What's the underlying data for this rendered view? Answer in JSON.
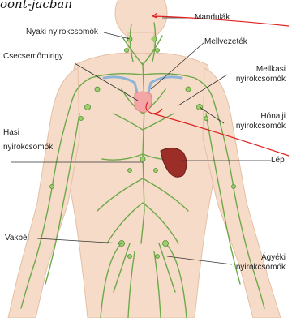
{
  "handwriting": "oont-jacban",
  "labels": {
    "mandulak": "Mandulák",
    "nyaki": "Nyaki nyirokcsomók",
    "csecsemomirigy": "Csecsemőmirigy",
    "mellvezetek": "Mellvezeték",
    "mellkasi_1": "Mellkasi",
    "mellkasi_2": "nyirokcsomók",
    "honalji_1": "Hónalji",
    "honalji_2": "nyirokcsomók",
    "hasi_1": "Hasi",
    "hasi_2": "nyirokcsomók",
    "lep": "Lép",
    "vakbel": "Vakbél",
    "agyeki_1": "Ágyéki",
    "agyeki_2": "nyirokcsomók"
  },
  "colors": {
    "skin": "#f6dcc8",
    "skin_outline": "#e5bfa6",
    "lymph": "#6ea84a",
    "lymph_dark": "#4f8a33",
    "node": "#9bd06a",
    "vessel_blue": "#8fb4d6",
    "thymus": "#f4a6a6",
    "spleen": "#9b2f28",
    "annotation_red": "#e02020",
    "leader_line": "#333333"
  }
}
